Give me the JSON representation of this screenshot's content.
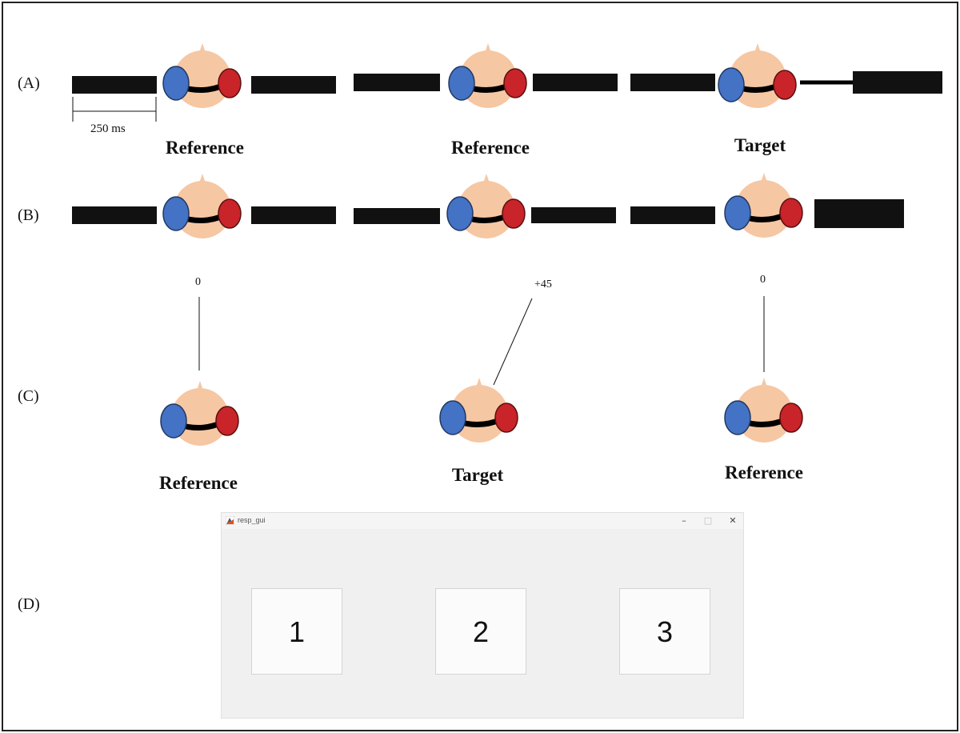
{
  "row_labels": {
    "a": "(A)",
    "b": "(B)",
    "c": "(C)",
    "d": "(D)"
  },
  "scale_bar": {
    "label": "250 ms"
  },
  "row_a": {
    "labels": [
      "Reference",
      "Reference",
      "Target"
    ]
  },
  "row_c": {
    "angles": [
      "0",
      "+45",
      "0"
    ],
    "labels": [
      "Reference",
      "Target",
      "Reference"
    ]
  },
  "window": {
    "title": "resp_gui",
    "controls": {
      "minimize": "–",
      "maximize": "□",
      "close": "✕"
    },
    "buttons": [
      "1",
      "2",
      "3"
    ]
  },
  "colors": {
    "face": "#f6c7a3",
    "left_ear": "#4472c4",
    "right_ear": "#c8242a",
    "noise": "#111111",
    "window_bg": "#f0f0f0"
  }
}
